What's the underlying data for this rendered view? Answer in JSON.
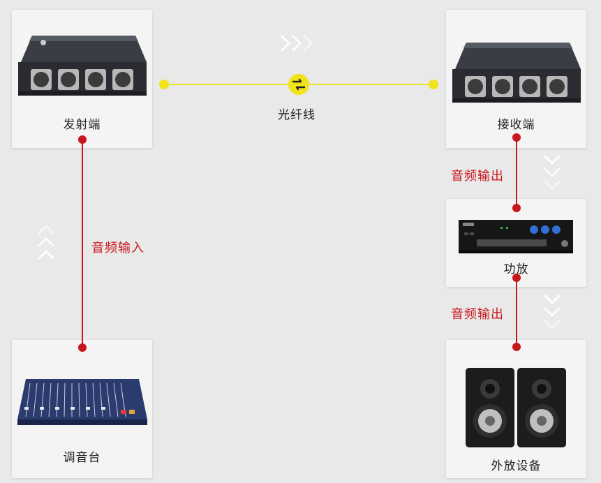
{
  "nodes": {
    "transmitter": {
      "label": "发射端"
    },
    "receiver": {
      "label": "接收端"
    },
    "amplifier": {
      "label": "功放"
    },
    "mixer": {
      "label": "调音台"
    },
    "speakers": {
      "label": "外放设备"
    }
  },
  "links": {
    "fiber": {
      "label": "光纤线"
    },
    "audio_in": {
      "label": "音频输入"
    },
    "audio_out_1": {
      "label": "音频输出"
    },
    "audio_out_2": {
      "label": "音频输出"
    }
  },
  "device_text": {
    "title_cn": "平衡音频光纤传输器",
    "title_en": "Fiber Optical transmission systems"
  },
  "colors": {
    "fiber_line": "#f2e21a",
    "audio_line": "#c8161d",
    "card_bg": "#f4f4f4",
    "page_bg": "#e9e9e9"
  }
}
